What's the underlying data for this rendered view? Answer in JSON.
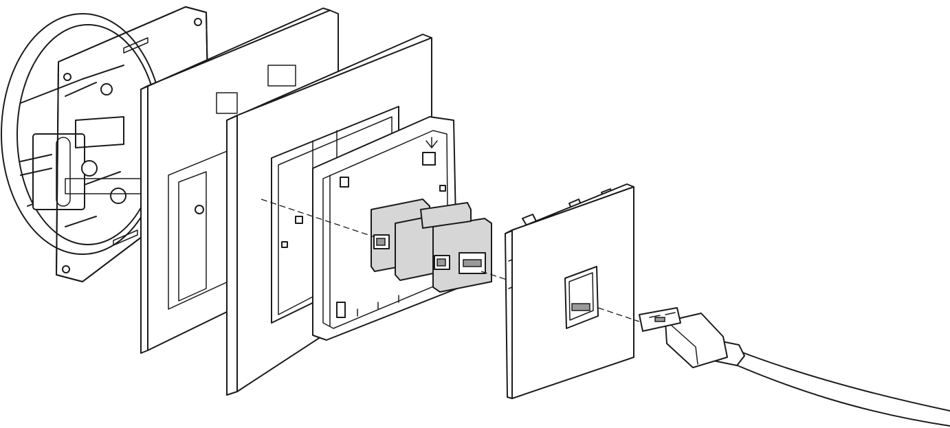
{
  "figure": {
    "kind": "exploded assembly line drawing",
    "parts": [
      "mounting-box",
      "support-plate",
      "outer-frame",
      "inner-frame",
      "usb-coupler-module",
      "cover-plate",
      "usb-cable"
    ],
    "colors": {
      "line": "#1a1a1a",
      "paper": "#ffffff",
      "module_fill": "#d6d6d6"
    }
  }
}
